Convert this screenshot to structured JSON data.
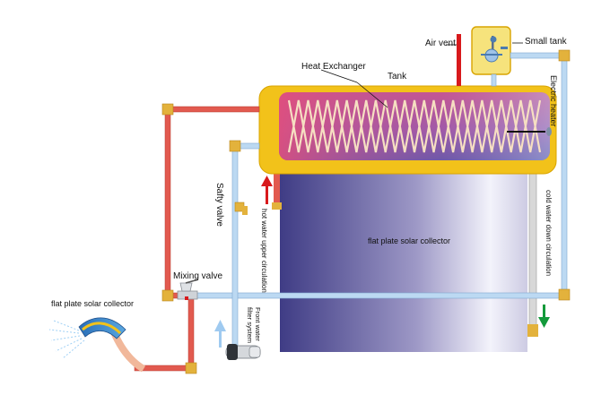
{
  "labels": {
    "air_vent": "Air vent",
    "small_tank": "Small tank",
    "heat_exchanger": "Heat Exchanger",
    "tank": "Tank",
    "electric_heater": "Electric heater",
    "safety_valve": "Safty valve",
    "hot_water_upper_circulation": "hot water upper circulation",
    "cold_water_down_circulation": "cold water down circulation",
    "collector_center": "flat plate solar collector",
    "mixing_valve": "Mixing valve",
    "shower_collector": "flat plate solar collector",
    "front_water_filter_line1": "Front water",
    "front_water_filter_line2": "filter system"
  },
  "colors": {
    "hot_pipe": "#e25a4f",
    "cold_pipe": "#bcd9f2",
    "fitting": "#e3b23c",
    "tank_shell": "#f2c21a",
    "collector_dark": "#3f3c85",
    "collector_light": "#f3f3fb",
    "arrow_red": "#d8191c",
    "arrow_green": "#139a3b",
    "arrow_blue": "#9fcaf0"
  },
  "icons": [
    "air-vent-pipe-icon",
    "small-tank-float-icon",
    "heater-coil-icon",
    "mixing-valve-icon",
    "shower-head-icon",
    "water-filter-icon",
    "safety-valve-icon"
  ]
}
